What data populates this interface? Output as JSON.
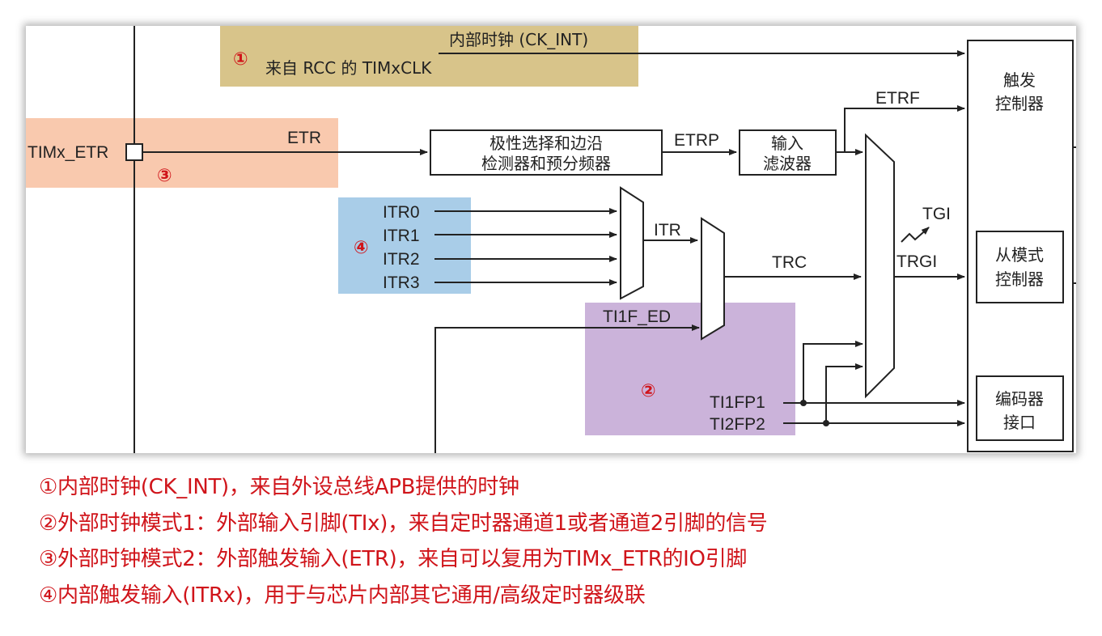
{
  "diagram": {
    "clock_source": {
      "num": "①",
      "signal": "内部时钟 (CK_INT)",
      "source": "来自 RCC 的 TIMxCLK",
      "color": "#d8c48a"
    },
    "etr_source": {
      "num": "③",
      "pin": "TIMx_ETR",
      "signal": "ETR",
      "color": "#f9c9ae"
    },
    "itr_source": {
      "num": "④",
      "inputs": [
        "ITR0",
        "ITR1",
        "ITR2",
        "ITR3"
      ],
      "color": "#a9cde8"
    },
    "ti_source": {
      "num": "②",
      "inputs": [
        "TI1F_ED",
        "TI1FP1",
        "TI2FP2"
      ],
      "color": "#cbb3da"
    },
    "blocks": {
      "polarity": [
        "极性选择和边沿",
        "检测器和预分频器"
      ],
      "filter": [
        "输入",
        "滤波器"
      ],
      "trigger_ctrl": [
        "触发",
        "控制器"
      ],
      "slave_ctrl": [
        "从模式",
        "控制器"
      ],
      "encoder": [
        "编码器",
        "接口"
      ]
    },
    "signals": {
      "etrp": "ETRP",
      "etrf": "ETRF",
      "itr": "ITR",
      "trc": "TRC",
      "tgi": "TGI",
      "trgi": "TRGI"
    }
  },
  "caption": [
    "①内部时钟(CK_INT)，来自外设总线APB提供的时钟",
    "②外部时钟模式1：外部输入引脚(TIx)，来自定时器通道1或者通道2引脚的信号",
    "③外部时钟模式2：外部触发输入(ETR)，来自可以复用为TIMx_ETR的IO引脚",
    "④内部触发输入(ITRx)，用于与芯片内部其它通用/高级定时器级联"
  ]
}
